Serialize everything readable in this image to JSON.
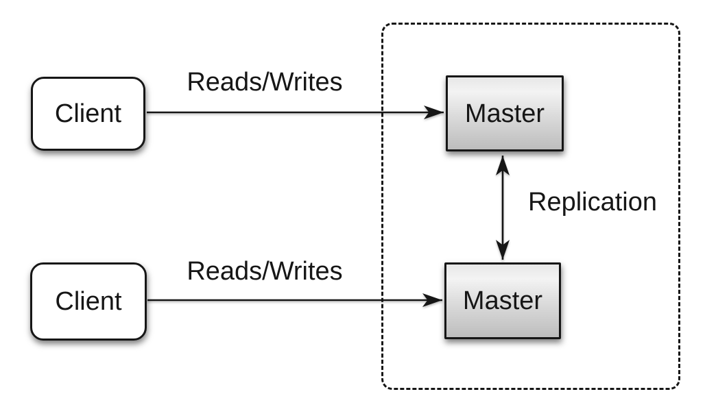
{
  "diagram": {
    "kind": "replication-topology",
    "nodes": [
      {
        "id": "client-1",
        "label": "Client",
        "shape": "rounded-rectangle",
        "fill": "#ffffff"
      },
      {
        "id": "master-1",
        "label": "Master",
        "shape": "rectangle",
        "fill": "gray-gradient"
      },
      {
        "id": "client-2",
        "label": "Client",
        "shape": "rounded-rectangle",
        "fill": "#ffffff"
      },
      {
        "id": "master-2",
        "label": "Master",
        "shape": "rectangle",
        "fill": "gray-gradient"
      }
    ],
    "edges": [
      {
        "from": "client-1",
        "to": "master-1",
        "label": "Reads/Writes",
        "arrows": "forward"
      },
      {
        "from": "client-2",
        "to": "master-2",
        "label": "Reads/Writes",
        "arrows": "forward"
      },
      {
        "from": "master-1",
        "to": "master-2",
        "label": "Replication",
        "arrows": "both"
      }
    ],
    "group": {
      "id": "masters-group",
      "members": [
        "master-1",
        "master-2"
      ],
      "border_style": "dashed"
    },
    "colors": {
      "background": "#ffffff",
      "stroke": "#161616",
      "text": "#161616",
      "client_fill": "#ffffff",
      "master_fill_top": "#efefef",
      "master_fill_bottom": "#bdbdbd"
    }
  }
}
